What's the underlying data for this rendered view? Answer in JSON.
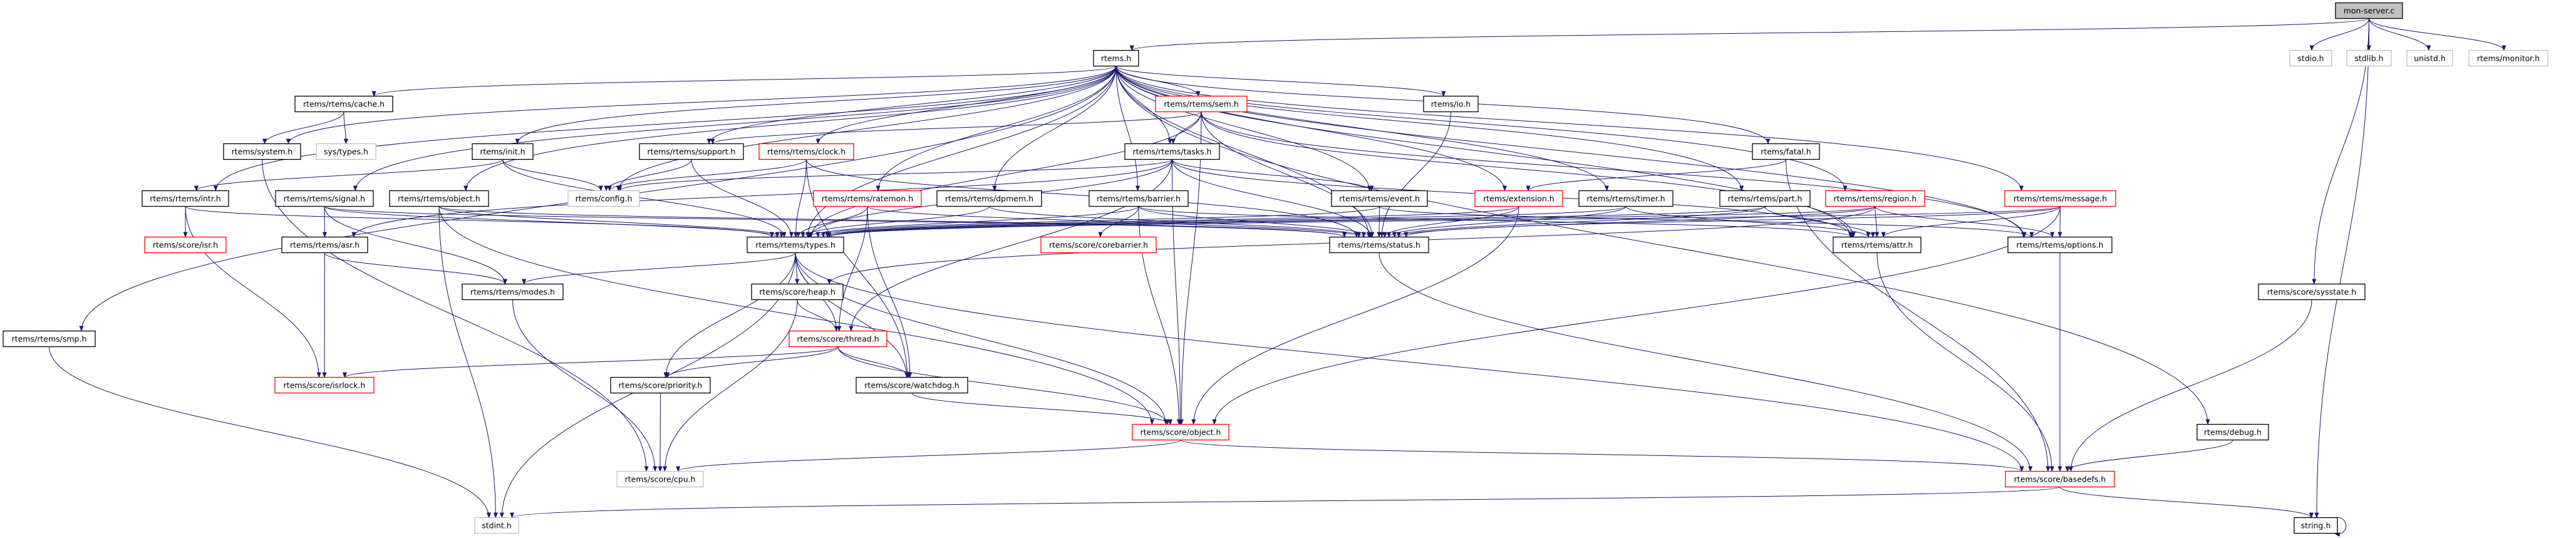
{
  "graph": {
    "colors": {
      "edge": "#191970",
      "documented_border": "#000000",
      "truncated_border": "#ff0000",
      "external_border": "#bfbfbf",
      "root_fill": "#bfbfbf"
    },
    "nodes": [
      {
        "id": "mon-server",
        "label": "mon-server.c",
        "style": "root"
      },
      {
        "id": "rtems",
        "label": "rtems.h",
        "style": "documented"
      },
      {
        "id": "stdio",
        "label": "stdio.h",
        "style": "external"
      },
      {
        "id": "stdlib",
        "label": "stdlib.h",
        "style": "external"
      },
      {
        "id": "unistd",
        "label": "unistd.h",
        "style": "external"
      },
      {
        "id": "monitor",
        "label": "rtems/monitor.h",
        "style": "external"
      },
      {
        "id": "cache",
        "label": "rtems/rtems/cache.h",
        "style": "documented"
      },
      {
        "id": "sem",
        "label": "rtems/rtems/sem.h",
        "style": "truncated"
      },
      {
        "id": "io",
        "label": "rtems/io.h",
        "style": "documented"
      },
      {
        "id": "system",
        "label": "rtems/system.h",
        "style": "documented"
      },
      {
        "id": "systypes",
        "label": "sys/types.h",
        "style": "external"
      },
      {
        "id": "init",
        "label": "rtems/init.h",
        "style": "documented"
      },
      {
        "id": "support",
        "label": "rtems/rtems/support.h",
        "style": "documented"
      },
      {
        "id": "clock",
        "label": "rtems/rtems/clock.h",
        "style": "truncated"
      },
      {
        "id": "tasks",
        "label": "rtems/rtems/tasks.h",
        "style": "documented"
      },
      {
        "id": "fatal",
        "label": "rtems/fatal.h",
        "style": "documented"
      },
      {
        "id": "intr",
        "label": "rtems/rtems/intr.h",
        "style": "documented"
      },
      {
        "id": "signal",
        "label": "rtems/rtems/signal.h",
        "style": "documented"
      },
      {
        "id": "robject",
        "label": "rtems/rtems/object.h",
        "style": "documented"
      },
      {
        "id": "config",
        "label": "rtems/config.h",
        "style": "external"
      },
      {
        "id": "ratemon",
        "label": "rtems/rtems/ratemon.h",
        "style": "truncated"
      },
      {
        "id": "dpmem",
        "label": "rtems/rtems/dpmem.h",
        "style": "documented"
      },
      {
        "id": "barrier",
        "label": "rtems/rtems/barrier.h",
        "style": "documented"
      },
      {
        "id": "event",
        "label": "rtems/rtems/event.h",
        "style": "documented"
      },
      {
        "id": "extension",
        "label": "rtems/extension.h",
        "style": "truncated"
      },
      {
        "id": "timer",
        "label": "rtems/rtems/timer.h",
        "style": "documented"
      },
      {
        "id": "part",
        "label": "rtems/rtems/part.h",
        "style": "documented"
      },
      {
        "id": "region",
        "label": "rtems/rtems/region.h",
        "style": "truncated"
      },
      {
        "id": "message",
        "label": "rtems/rtems/message.h",
        "style": "truncated"
      },
      {
        "id": "isr",
        "label": "rtems/score/isr.h",
        "style": "truncated"
      },
      {
        "id": "asr",
        "label": "rtems/rtems/asr.h",
        "style": "documented"
      },
      {
        "id": "types",
        "label": "rtems/rtems/types.h",
        "style": "documented"
      },
      {
        "id": "corebarrier",
        "label": "rtems/score/corebarrier.h",
        "style": "truncated"
      },
      {
        "id": "status",
        "label": "rtems/rtems/status.h",
        "style": "documented"
      },
      {
        "id": "attr",
        "label": "rtems/rtems/attr.h",
        "style": "documented"
      },
      {
        "id": "options",
        "label": "rtems/rtems/options.h",
        "style": "documented"
      },
      {
        "id": "modes",
        "label": "rtems/rtems/modes.h",
        "style": "documented"
      },
      {
        "id": "heap",
        "label": "rtems/score/heap.h",
        "style": "documented"
      },
      {
        "id": "sysstate",
        "label": "rtems/score/sysstate.h",
        "style": "documented"
      },
      {
        "id": "smp",
        "label": "rtems/rtems/smp.h",
        "style": "documented"
      },
      {
        "id": "thread",
        "label": "rtems/score/thread.h",
        "style": "truncated"
      },
      {
        "id": "isrlock",
        "label": "rtems/score/isrlock.h",
        "style": "truncated"
      },
      {
        "id": "priority",
        "label": "rtems/score/priority.h",
        "style": "documented"
      },
      {
        "id": "watchdog",
        "label": "rtems/score/watchdog.h",
        "style": "documented"
      },
      {
        "id": "sobject",
        "label": "rtems/score/object.h",
        "style": "truncated"
      },
      {
        "id": "debug",
        "label": "rtems/debug.h",
        "style": "documented"
      },
      {
        "id": "cpu",
        "label": "rtems/score/cpu.h",
        "style": "external"
      },
      {
        "id": "basedefs",
        "label": "rtems/score/basedefs.h",
        "style": "truncated"
      },
      {
        "id": "stdint",
        "label": "stdint.h",
        "style": "external"
      },
      {
        "id": "string",
        "label": "string.h",
        "style": "documented"
      }
    ],
    "edges": [
      [
        "mon-server",
        "rtems"
      ],
      [
        "mon-server",
        "stdio"
      ],
      [
        "mon-server",
        "stdlib"
      ],
      [
        "mon-server",
        "unistd"
      ],
      [
        "mon-server",
        "monitor"
      ],
      [
        "mon-server",
        "sysstate"
      ],
      [
        "mon-server",
        "string"
      ],
      [
        "rtems",
        "cache"
      ],
      [
        "rtems",
        "system"
      ],
      [
        "rtems",
        "init"
      ],
      [
        "rtems",
        "support"
      ],
      [
        "rtems",
        "clock"
      ],
      [
        "rtems",
        "intr"
      ],
      [
        "rtems",
        "signal"
      ],
      [
        "rtems",
        "robject"
      ],
      [
        "rtems",
        "config"
      ],
      [
        "rtems",
        "types"
      ],
      [
        "rtems",
        "smp"
      ],
      [
        "rtems",
        "sem"
      ],
      [
        "rtems",
        "io"
      ],
      [
        "rtems",
        "tasks"
      ],
      [
        "rtems",
        "ratemon"
      ],
      [
        "rtems",
        "dpmem"
      ],
      [
        "rtems",
        "barrier"
      ],
      [
        "rtems",
        "event"
      ],
      [
        "rtems",
        "extension"
      ],
      [
        "rtems",
        "timer"
      ],
      [
        "rtems",
        "part"
      ],
      [
        "rtems",
        "fatal"
      ],
      [
        "rtems",
        "region"
      ],
      [
        "rtems",
        "message"
      ],
      [
        "rtems",
        "status"
      ],
      [
        "rtems",
        "attr"
      ],
      [
        "rtems",
        "options"
      ],
      [
        "rtems",
        "debug"
      ],
      [
        "cache",
        "system"
      ],
      [
        "cache",
        "systypes"
      ],
      [
        "system",
        "cpu"
      ],
      [
        "init",
        "intr"
      ],
      [
        "init",
        "config"
      ],
      [
        "init",
        "types"
      ],
      [
        "support",
        "config"
      ],
      [
        "support",
        "types"
      ],
      [
        "clock",
        "config"
      ],
      [
        "clock",
        "types"
      ],
      [
        "clock",
        "status"
      ],
      [
        "clock",
        "watchdog"
      ],
      [
        "intr",
        "isr"
      ],
      [
        "intr",
        "isrlock"
      ],
      [
        "intr",
        "types"
      ],
      [
        "signal",
        "asr"
      ],
      [
        "signal",
        "modes"
      ],
      [
        "signal",
        "types"
      ],
      [
        "signal",
        "status"
      ],
      [
        "robject",
        "types"
      ],
      [
        "robject",
        "status"
      ],
      [
        "robject",
        "stdint"
      ],
      [
        "robject",
        "sobject"
      ],
      [
        "asr",
        "modes"
      ],
      [
        "asr",
        "isrlock"
      ],
      [
        "types",
        "modes"
      ],
      [
        "types",
        "heap"
      ],
      [
        "types",
        "thread"
      ],
      [
        "types",
        "priority"
      ],
      [
        "types",
        "sobject"
      ],
      [
        "types",
        "watchdog"
      ],
      [
        "types",
        "stdint"
      ],
      [
        "types",
        "basedefs"
      ],
      [
        "modes",
        "cpu"
      ],
      [
        "heap",
        "thread"
      ],
      [
        "heap",
        "cpu"
      ],
      [
        "thread",
        "isrlock"
      ],
      [
        "thread",
        "priority"
      ],
      [
        "thread",
        "watchdog"
      ],
      [
        "thread",
        "sobject"
      ],
      [
        "priority",
        "cpu"
      ],
      [
        "watchdog",
        "sobject"
      ],
      [
        "sobject",
        "cpu"
      ],
      [
        "sobject",
        "basedefs"
      ],
      [
        "smp",
        "stdint"
      ],
      [
        "sem",
        "tasks"
      ],
      [
        "sem",
        "support"
      ],
      [
        "sem",
        "types"
      ],
      [
        "sem",
        "status"
      ],
      [
        "sem",
        "attr"
      ],
      [
        "sem",
        "options"
      ],
      [
        "sem",
        "sobject"
      ],
      [
        "tasks",
        "types"
      ],
      [
        "tasks",
        "status"
      ],
      [
        "tasks",
        "event"
      ],
      [
        "tasks",
        "attr"
      ],
      [
        "tasks",
        "sobject"
      ],
      [
        "tasks",
        "thread"
      ],
      [
        "tasks",
        "config"
      ],
      [
        "tasks",
        "asr"
      ],
      [
        "ratemon",
        "types"
      ],
      [
        "ratemon",
        "status"
      ],
      [
        "ratemon",
        "thread"
      ],
      [
        "ratemon",
        "watchdog"
      ],
      [
        "dpmem",
        "types"
      ],
      [
        "dpmem",
        "status"
      ],
      [
        "barrier",
        "types"
      ],
      [
        "barrier",
        "status"
      ],
      [
        "barrier",
        "attr"
      ],
      [
        "barrier",
        "corebarrier"
      ],
      [
        "barrier",
        "sobject"
      ],
      [
        "event",
        "types"
      ],
      [
        "event",
        "status"
      ],
      [
        "event",
        "options"
      ],
      [
        "extension",
        "types"
      ],
      [
        "extension",
        "status"
      ],
      [
        "extension",
        "sobject"
      ],
      [
        "timer",
        "types"
      ],
      [
        "timer",
        "status"
      ],
      [
        "timer",
        "attr"
      ],
      [
        "part",
        "types"
      ],
      [
        "part",
        "status"
      ],
      [
        "part",
        "attr"
      ],
      [
        "fatal",
        "extension"
      ],
      [
        "fatal",
        "basedefs"
      ],
      [
        "region",
        "types"
      ],
      [
        "region",
        "status"
      ],
      [
        "region",
        "attr"
      ],
      [
        "region",
        "options"
      ],
      [
        "region",
        "heap"
      ],
      [
        "message",
        "types"
      ],
      [
        "message",
        "status"
      ],
      [
        "message",
        "attr"
      ],
      [
        "message",
        "options"
      ],
      [
        "message",
        "sobject"
      ],
      [
        "io",
        "status"
      ],
      [
        "status",
        "basedefs"
      ],
      [
        "attr",
        "basedefs"
      ],
      [
        "options",
        "basedefs"
      ],
      [
        "debug",
        "basedefs"
      ],
      [
        "sysstate",
        "basedefs"
      ],
      [
        "basedefs",
        "stdint"
      ],
      [
        "basedefs",
        "string"
      ],
      [
        "string",
        "string"
      ]
    ]
  }
}
